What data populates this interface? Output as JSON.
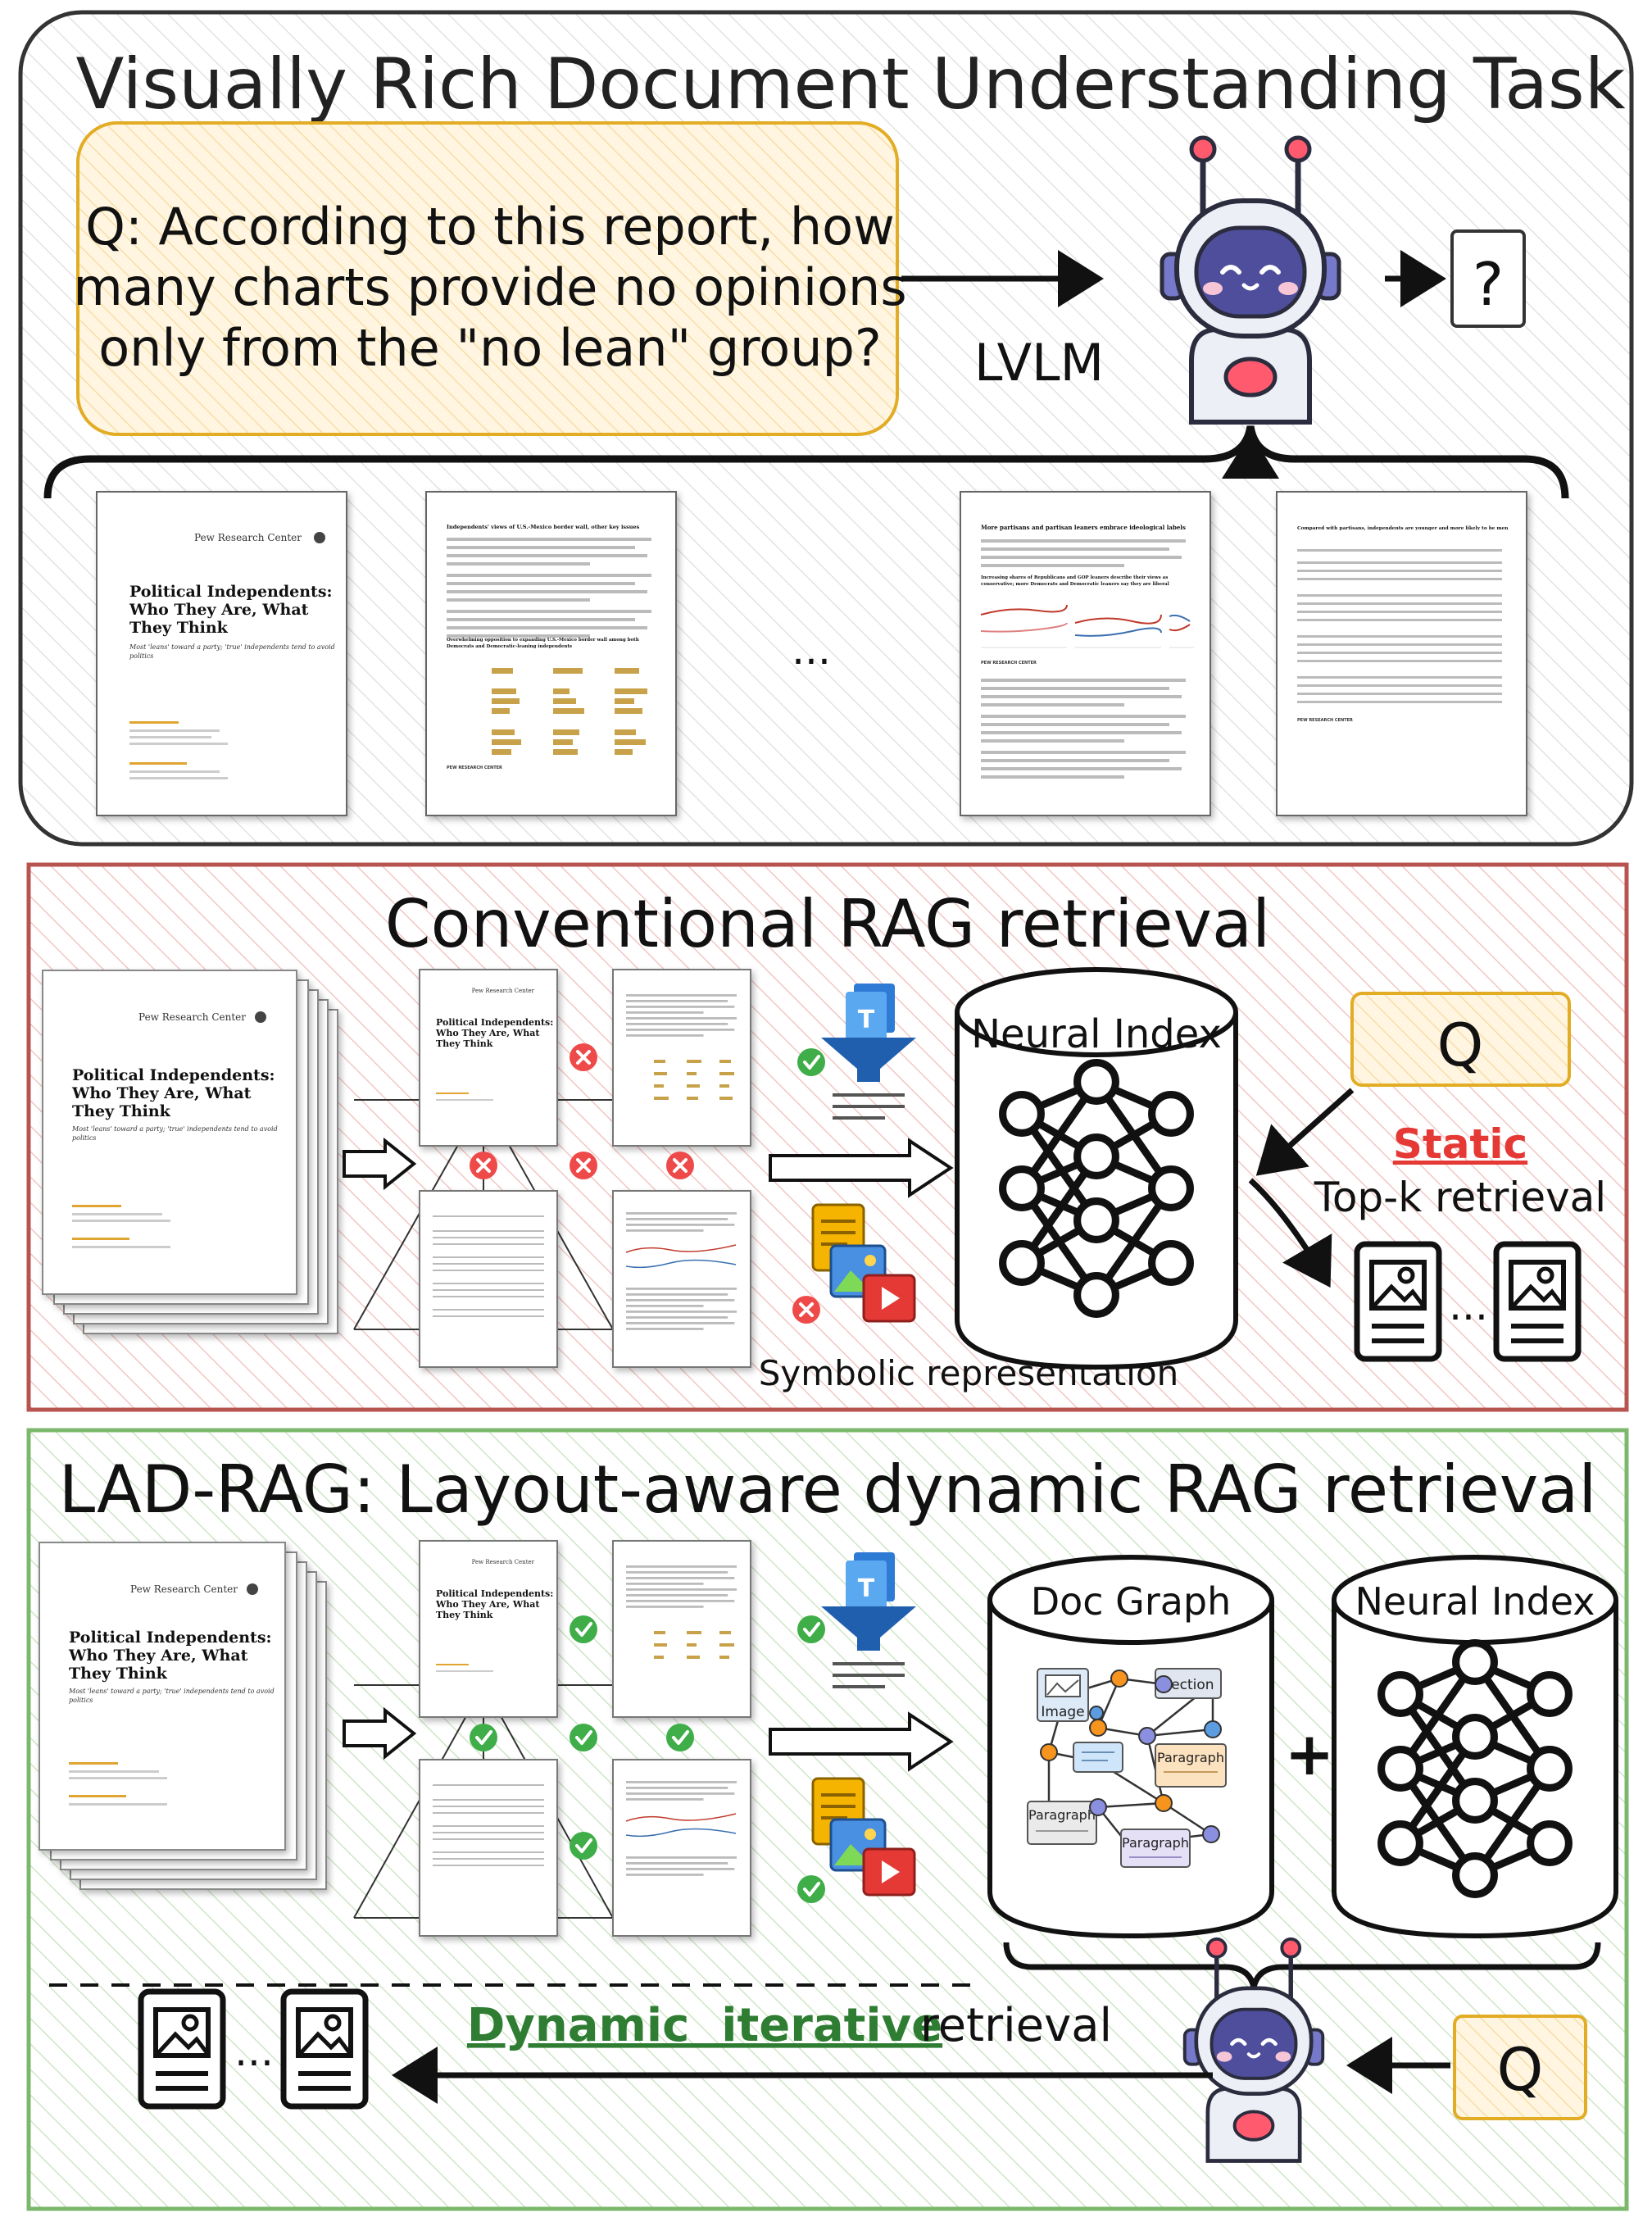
{
  "panel_top": {
    "title": "Visually Rich Document Understanding Task",
    "question": [
      "Q: According to this report, how",
      "many charts provide no opinions",
      "only from the \"no lean\" group?"
    ],
    "model_label": "LVLM",
    "answer_symbol": "?",
    "ellipsis": "...",
    "pages": [
      {
        "logo": "Pew Research Center",
        "title": [
          "Political Independents:",
          "Who They Are, What",
          "They Think"
        ],
        "subtitle": [
          "Most 'leans' toward a party; 'true' independents tend to avoid",
          "politics"
        ]
      },
      {
        "title": [
          "Independents' views of U.S.-Mexico border wall, other key issues"
        ],
        "chart_title": [
          "Overwhelming opposition to expanding U.S.-Mexico border wall among both",
          "Democrats and Democratic-leaning independents"
        ],
        "source": "PEW RESEARCH CENTER"
      },
      {
        "title": [
          "More partisans and partisan leaners embrace ideological labels"
        ],
        "chart_title": [
          "Increasing shares of Republicans and GOP leaners describe their views as",
          "conservative; more Democrats and Democratic leaners say they are liberal"
        ],
        "source": "PEW RESEARCH CENTER"
      },
      {
        "title": [
          "Compared with partisans, independents are younger and more likely to be men"
        ],
        "source": "PEW RESEARCH CENTER"
      }
    ]
  },
  "panel_mid": {
    "title": "Conventional RAG retrieval",
    "neural_index_label": "Neural Index",
    "query_symbol": "Q",
    "static_label": "Static",
    "topk_label": "Top-k retrieval",
    "symbolic_label": "Symbolic representation",
    "ellipsis": "...",
    "colors": {
      "red": "#e53935",
      "panel": "#b8544f"
    }
  },
  "panel_bottom": {
    "title": "LAD-RAG: Layout-aware dynamic RAG retrieval",
    "doc_graph_label": "Doc Graph",
    "neural_index_label": "Neural Index",
    "plus": "+",
    "graph_nodes": [
      "Image",
      "Section",
      "Paragraph",
      "Paragraph",
      "Paragraph"
    ],
    "dynamic_label": "Dynamic  iterative",
    "retrieval_label": "retrieval",
    "query_symbol": "Q",
    "ellipsis": "...",
    "colors": {
      "green": "#43a047",
      "panel": "#7cb86c",
      "dynamic": "#2e7d32"
    }
  }
}
